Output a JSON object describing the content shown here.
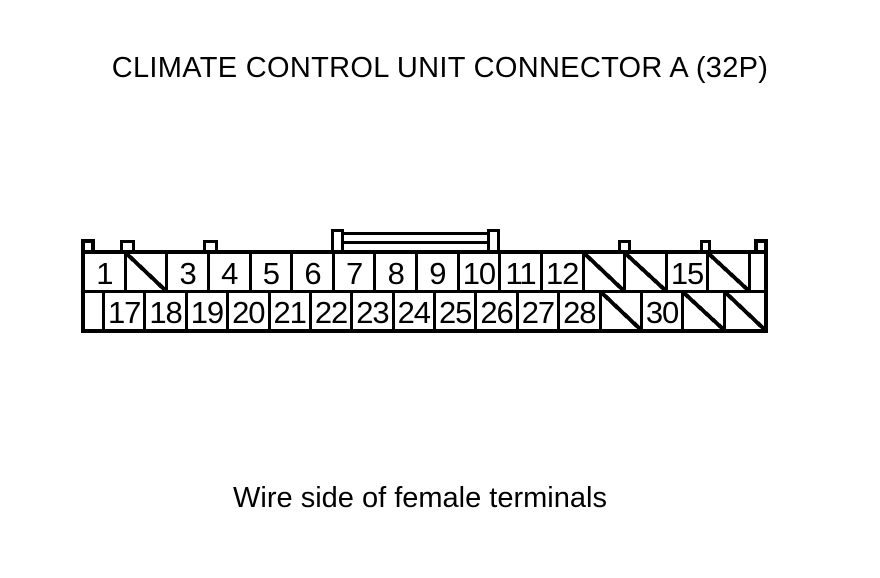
{
  "page": {
    "title": "CLIMATE CONTROL UNIT CONNECTOR A (32P)",
    "caption": "Wire side of female terminals"
  },
  "colors": {
    "ink": "#000000",
    "paper": "#ffffff"
  },
  "connector": {
    "pin_count_label": "32P",
    "connector_label": "A",
    "rows": [
      {
        "id": "top",
        "cells": [
          {
            "type": "pin",
            "label": "1"
          },
          {
            "type": "blocked"
          },
          {
            "type": "pin",
            "label": "3"
          },
          {
            "type": "pin",
            "label": "4"
          },
          {
            "type": "pin",
            "label": "5"
          },
          {
            "type": "pin",
            "label": "6"
          },
          {
            "type": "pin",
            "label": "7"
          },
          {
            "type": "pin",
            "label": "8"
          },
          {
            "type": "pin",
            "label": "9"
          },
          {
            "type": "pin",
            "label": "10"
          },
          {
            "type": "pin",
            "label": "11"
          },
          {
            "type": "pin",
            "label": "12"
          },
          {
            "type": "blocked"
          },
          {
            "type": "blocked"
          },
          {
            "type": "pin",
            "label": "15"
          },
          {
            "type": "blocked"
          },
          {
            "type": "spacer"
          }
        ]
      },
      {
        "id": "bottom",
        "cells": [
          {
            "type": "spacer"
          },
          {
            "type": "pin",
            "label": "17"
          },
          {
            "type": "pin",
            "label": "18"
          },
          {
            "type": "pin",
            "label": "19"
          },
          {
            "type": "pin",
            "label": "20"
          },
          {
            "type": "pin",
            "label": "21"
          },
          {
            "type": "pin",
            "label": "22"
          },
          {
            "type": "pin",
            "label": "23"
          },
          {
            "type": "pin",
            "label": "24"
          },
          {
            "type": "pin",
            "label": "25"
          },
          {
            "type": "pin",
            "label": "26"
          },
          {
            "type": "pin",
            "label": "27"
          },
          {
            "type": "pin",
            "label": "28"
          },
          {
            "type": "blocked"
          },
          {
            "type": "pin",
            "label": "30"
          },
          {
            "type": "blocked"
          },
          {
            "type": "blocked"
          }
        ]
      }
    ]
  }
}
